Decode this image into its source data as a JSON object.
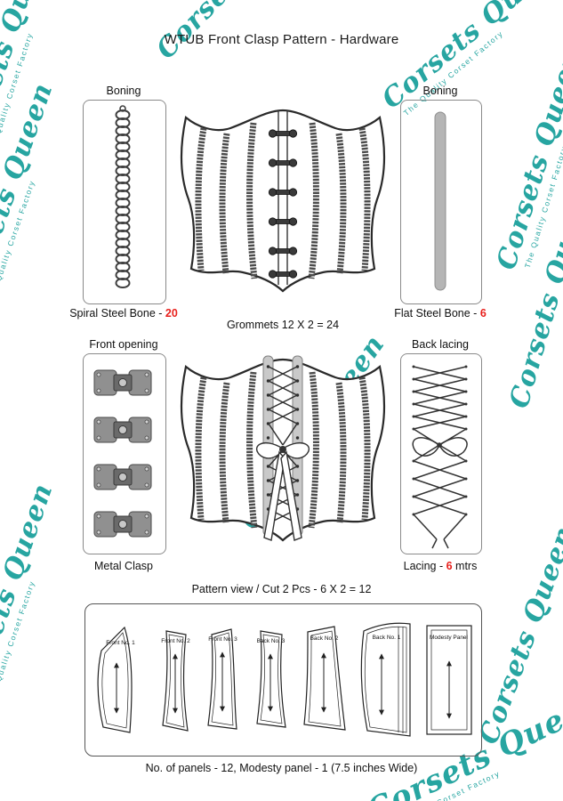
{
  "page": {
    "title": "WTUB Front Clasp Pattern - Hardware"
  },
  "watermark": {
    "brand": "Corsets Queen",
    "tagline": "The Quality Corset Factory",
    "color": "#1ca19d"
  },
  "accent_color": "#e8201c",
  "top_row": {
    "boning_left": {
      "label": "Boning",
      "caption_prefix": "Spiral Steel Bone - ",
      "caption_value": "20"
    },
    "corset_front": {
      "caption": "Grommets 12 X 2 = 24"
    },
    "boning_right": {
      "label": "Boning",
      "caption_prefix": "Flat Steel Bone - ",
      "caption_value": "6"
    }
  },
  "middle_row": {
    "front_opening": {
      "label": "Front opening",
      "caption": "Metal Clasp"
    },
    "back_lacing": {
      "label": "Back lacing",
      "caption_prefix": "Lacing  - ",
      "caption_value": "6",
      "caption_suffix": " mtrs"
    }
  },
  "pattern_section": {
    "title": "Pattern view / Cut 2 Pcs - 6 X 2 = 12",
    "pieces": [
      {
        "label": "Front No. 1"
      },
      {
        "label": "Front No. 2"
      },
      {
        "label": "Front No. 3"
      },
      {
        "label": "Back No. 3"
      },
      {
        "label": "Back No. 2"
      },
      {
        "label": "Back No. 1"
      },
      {
        "label": "Modesty Panel"
      }
    ],
    "caption": "No. of panels - 12, Modesty panel - 1 (7.5 inches Wide)"
  }
}
